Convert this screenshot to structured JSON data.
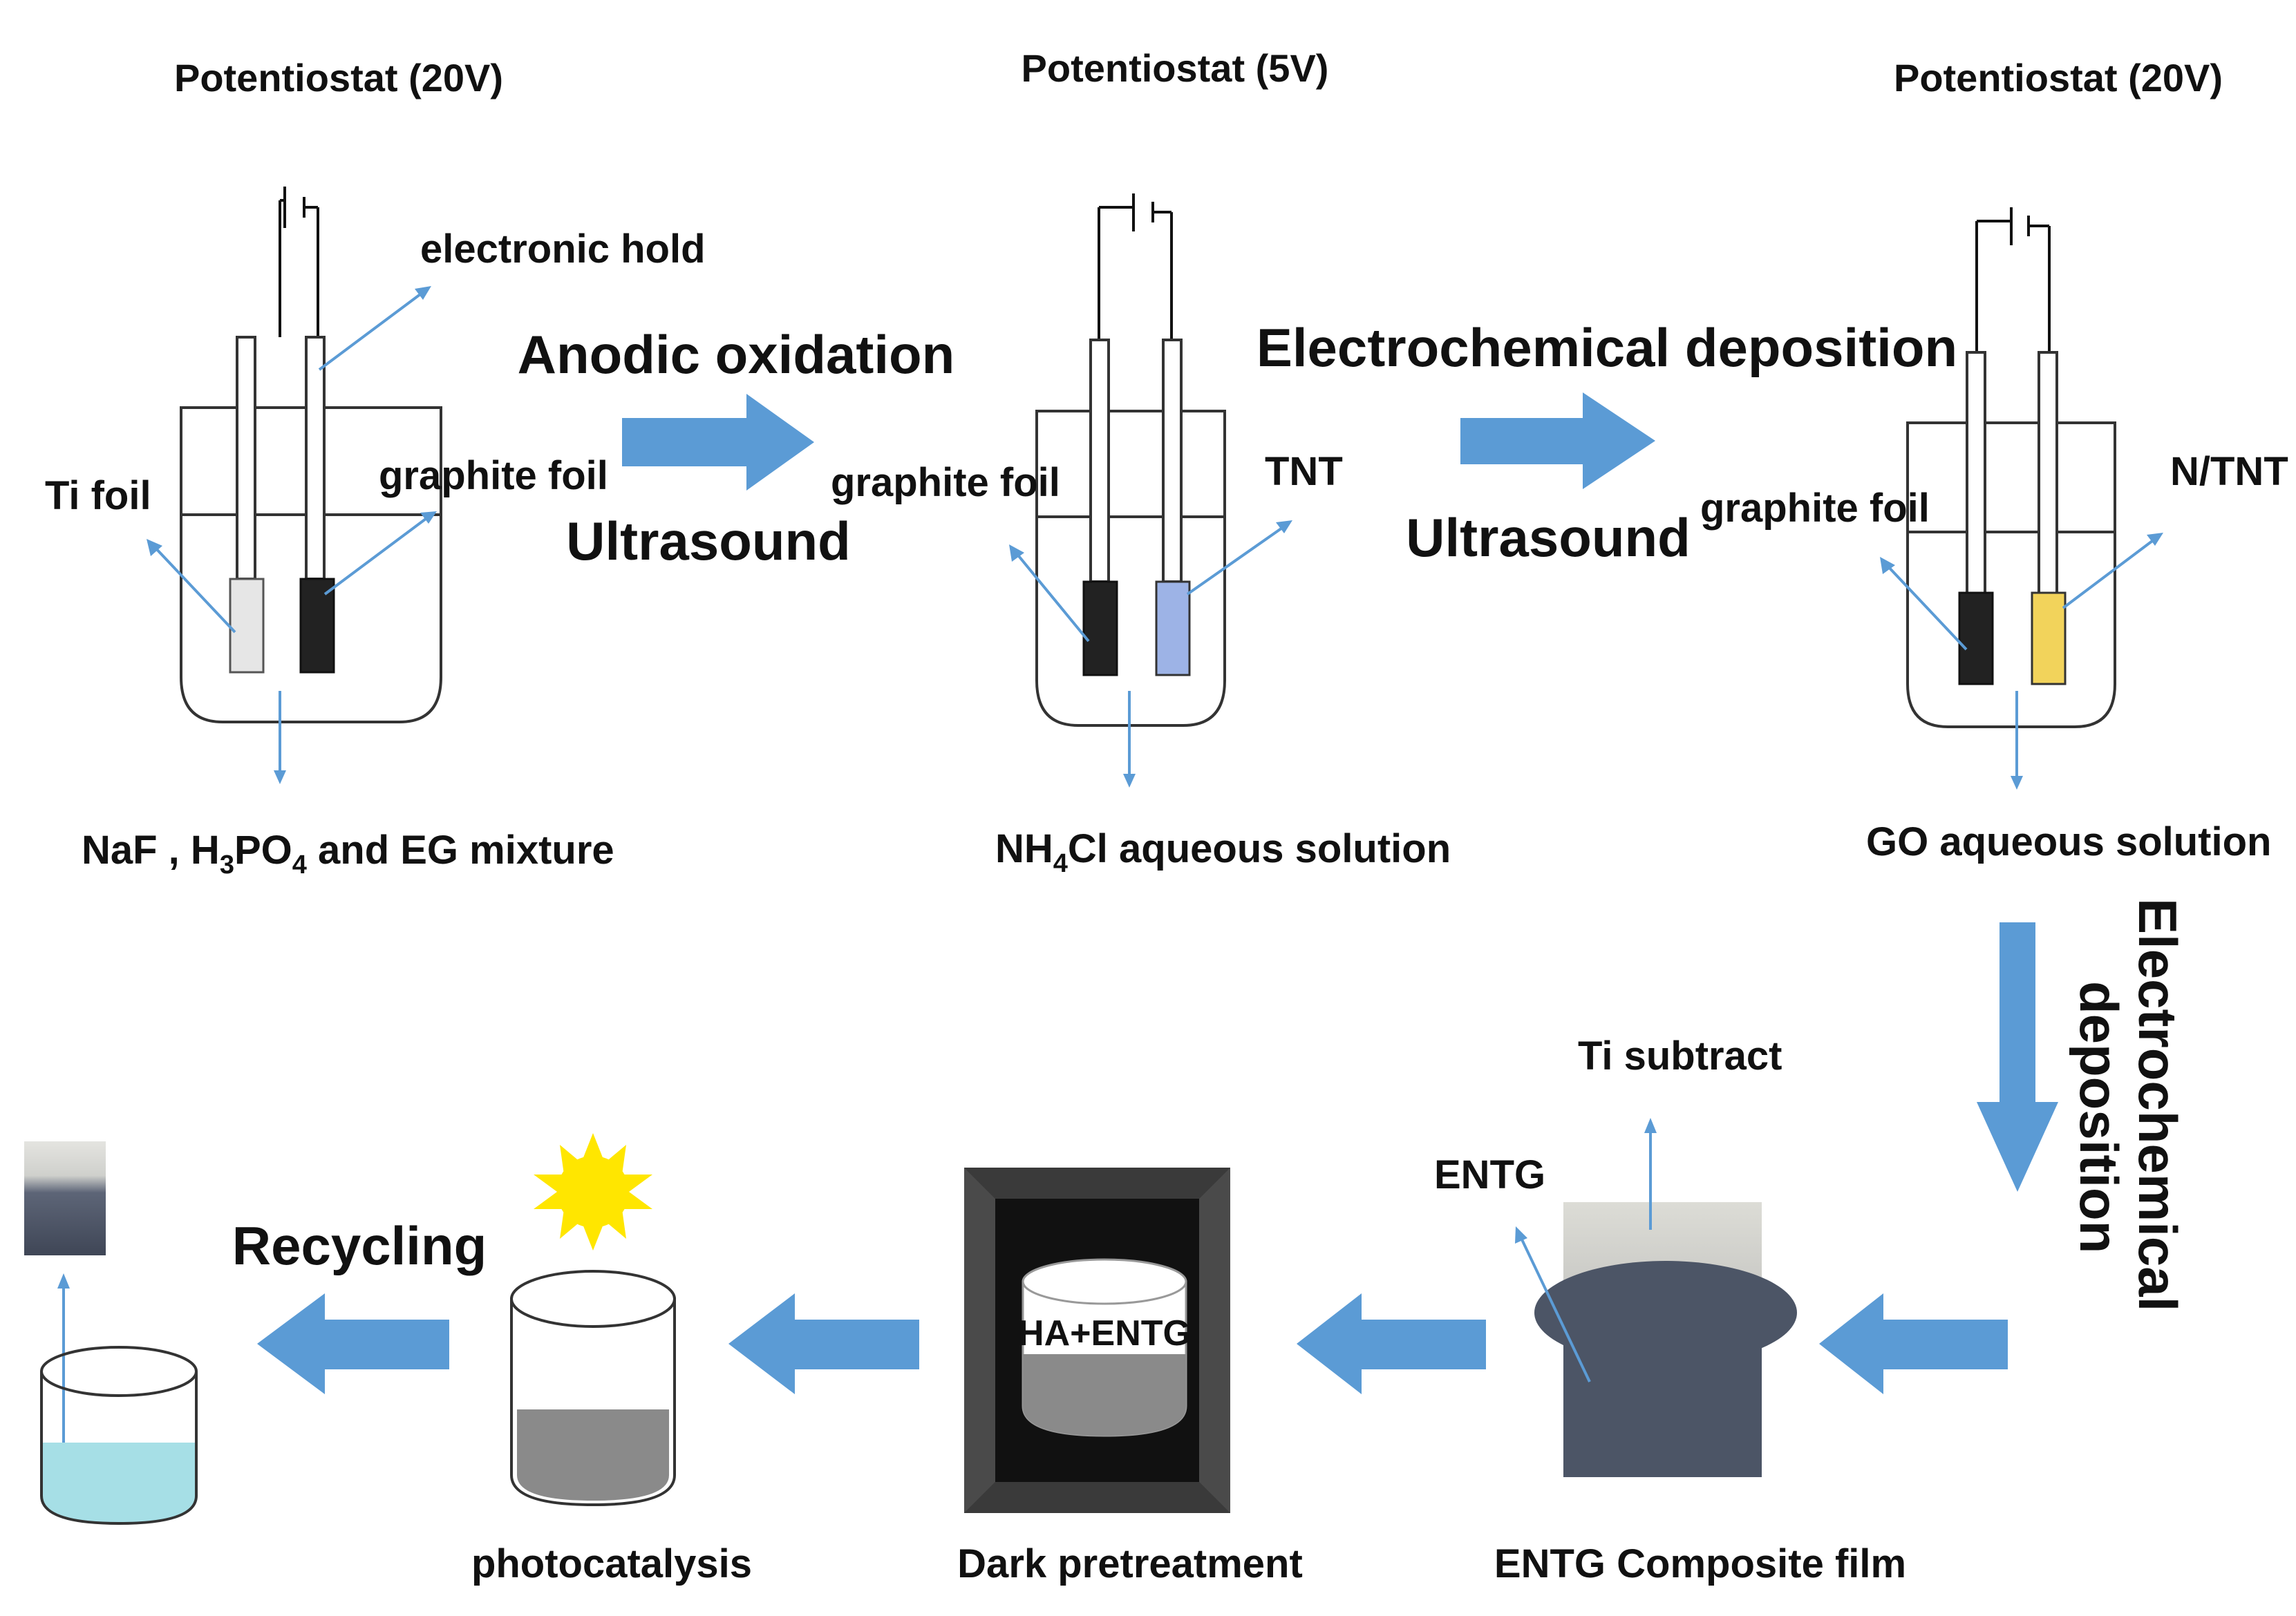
{
  "cells": [
    {
      "potentiostat": "Potentiostat (20V)",
      "wire_label": "electronic hold",
      "left_electrode": "Ti foil",
      "right_electrode": "graphite foil",
      "solution_parts": [
        "NaF , H",
        "3",
        "PO",
        "4",
        " and EG mixture"
      ],
      "left_color": "#e6e6e6",
      "right_color": "#222222"
    },
    {
      "potentiostat": "Potentiostat (5V)",
      "left_electrode": "graphite foil",
      "right_electrode": "TNT",
      "solution_parts": [
        "NH",
        "4",
        "Cl aqueous solution"
      ],
      "left_color": "#222222",
      "right_color": "#9db3e6"
    },
    {
      "potentiostat": "Potentiostat (20V)",
      "left_electrode": "graphite foil",
      "right_electrode": "N/TNT",
      "solution_parts": [
        "GO aqueous solution"
      ],
      "left_color": "#222222",
      "right_color": "#f2d35b"
    }
  ],
  "steps": {
    "step1_top": "Anodic oxidation",
    "step1_bottom": "Ultrasound",
    "step2_top": "Electrochemical deposition",
    "step2_bottom": "Ultrasound",
    "step3_line1": "Electrochemical",
    "step3_line2": "deposition",
    "recycling": "Recycling"
  },
  "bottom": {
    "film_substrate": "Ti subtract",
    "film_layer": "ENTG",
    "film_caption": "ENTG Composite film",
    "dark_box_label": "HA+ENTG",
    "dark_caption": "Dark pretreatment",
    "photo_caption": "photocatalysis"
  },
  "colors": {
    "arrow": "#5b9bd5",
    "film_dark": "#4c5566",
    "dark_box": "#222222",
    "solution_gray": "#8a8a8a",
    "solution_cyan": "#a6dfe6",
    "sun": "#ffe600"
  }
}
